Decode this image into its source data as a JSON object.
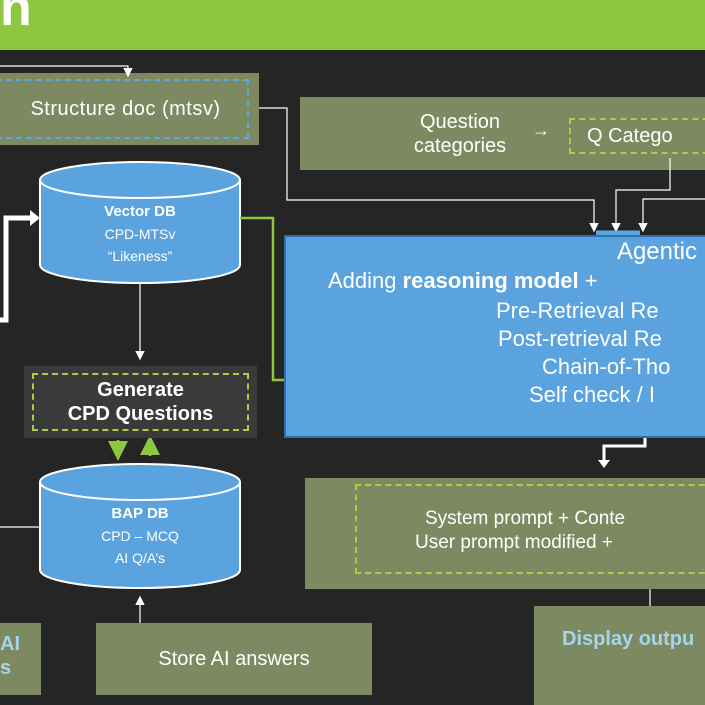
{
  "header": {
    "title_fragment": "n"
  },
  "structure_doc": {
    "label": "Structure doc (mtsv)"
  },
  "question_panel": {
    "left_line1": "Question",
    "left_line2": "categories",
    "arrow": "→",
    "right_label": "Q Catego"
  },
  "vector_db": {
    "title": "Vector DB",
    "line1": "CPD-MTSv",
    "line2": "“Likeness”"
  },
  "generate": {
    "line1": "Generate",
    "line2": "CPD Questions"
  },
  "bap_db": {
    "title": "BAP DB",
    "line1": "CPD – MCQ",
    "line2": "AI Q/A’s"
  },
  "agentic": {
    "line1": "Agentic",
    "line2_prefix": "Adding ",
    "line2_bold": "reasoning model",
    "line2_suffix": " + ",
    "line3": "Pre-Retrieval Re",
    "line4": "Post-retrieval Re",
    "line5": "Chain-of-Tho",
    "line6": "Self check / I"
  },
  "prompt_box": {
    "line1": "System prompt + Conte",
    "line2": "User prompt modified +"
  },
  "store_ai": {
    "label": "Store AI answers"
  },
  "display": {
    "label": "Display outpu"
  },
  "left_partial": {
    "line1": "AI",
    "line2": "s"
  },
  "colors": {
    "accent_green": "#8dc63f",
    "olive": "#7d8a61",
    "blue": "#5aa3de",
    "background": "#252525"
  }
}
